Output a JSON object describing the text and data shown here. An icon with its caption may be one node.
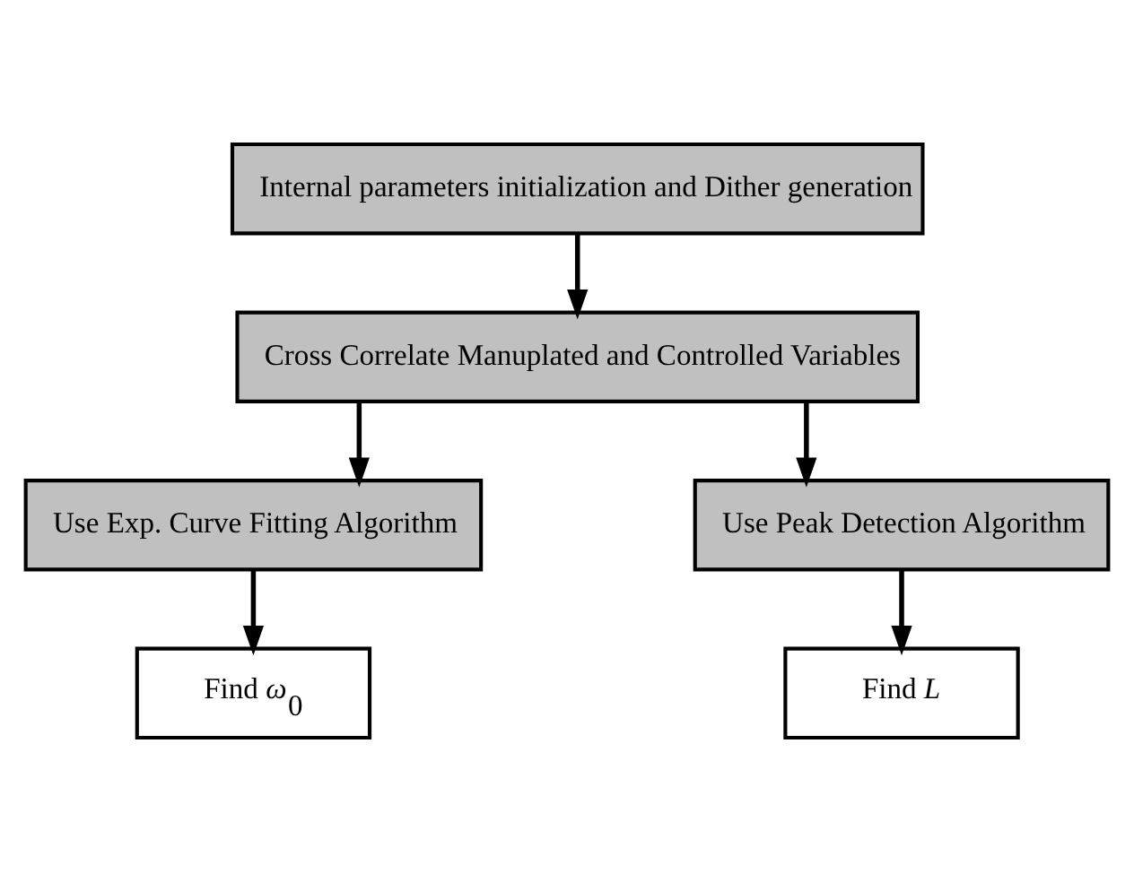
{
  "diagram": {
    "nodes": [
      {
        "text": [
          "Internal parameters initialization and Dither generation"
        ]
      },
      {
        "text": [
          "Cross Correlate Manuplated and Controlled Variables"
        ]
      },
      {
        "text": [
          "Use Exp. Curve Fitting Algorithm"
        ]
      },
      {
        "text": [
          "Use Peak Detection Algorithm"
        ]
      },
      {
        "text": [
          "Find *ω*$_{0}$"
        ]
      },
      {
        "text": [
          "Find *L*"
        ]
      }
    ],
    "edges": [
      {
        "from": 0,
        "to": 1,
        "arrow": "to"
      },
      {
        "from": 1,
        "to": 2,
        "arrow": "to"
      },
      {
        "from": 1,
        "to": 3,
        "arrow": "to"
      },
      {
        "from": 2,
        "to": 4,
        "arrow": "to"
      },
      {
        "from": 3,
        "to": 5,
        "arrow": "to"
      }
    ]
  }
}
